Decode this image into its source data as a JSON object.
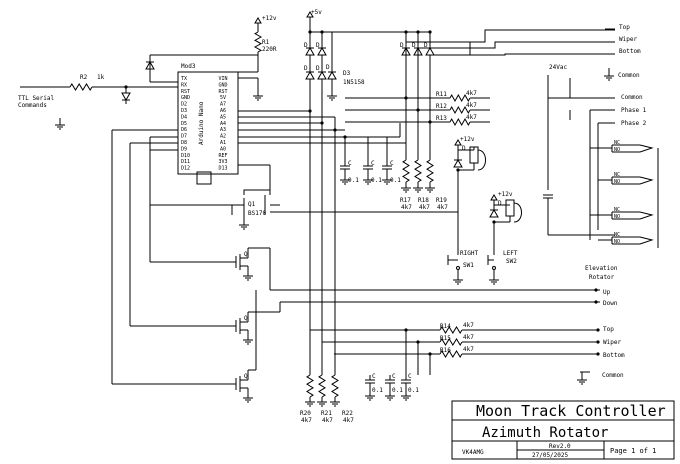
{
  "supplies": {
    "plus12": "+12v",
    "plus5": "+5v",
    "plus12_relay1": "+12v",
    "plus12_relay2": "+12v",
    "ac": "24Vac"
  },
  "serial": {
    "line1": "TTL Serial",
    "line2": "Commands",
    "r2_ref": "R2",
    "r2_val": "1k"
  },
  "r1": {
    "ref": "R1",
    "val": "220R"
  },
  "d3": {
    "ref": "D3",
    "val": "1N5158"
  },
  "diode_letter": "D",
  "arduino": {
    "ref": "Mod3",
    "name": "Arduino Nano",
    "left_pins": [
      "TX",
      "RX",
      "RST",
      "GND",
      "D2",
      "D3",
      "D4",
      "D5",
      "D6",
      "D7",
      "D8",
      "D9",
      "D10",
      "D11",
      "D12"
    ],
    "right_pins": [
      "VIN",
      "GND",
      "RST",
      "5V",
      "A7",
      "A6",
      "A5",
      "A4",
      "A3",
      "A2",
      "A1",
      "A0",
      "REF",
      "3V3",
      "D13"
    ]
  },
  "caps": {
    "label": "C",
    "value": "0.1"
  },
  "upper_resistors": [
    {
      "ref": "R11",
      "val": "4k7"
    },
    {
      "ref": "R12",
      "val": "4k7"
    },
    {
      "ref": "R13",
      "val": "4k7"
    }
  ],
  "upper_pulldowns": [
    {
      "ref": "R17",
      "val": "4k7"
    },
    {
      "ref": "R18",
      "val": "4k7"
    },
    {
      "ref": "R19",
      "val": "4k7"
    }
  ],
  "lower_resistors": [
    {
      "ref": "R14",
      "val": "4k7"
    },
    {
      "ref": "R15",
      "val": "4k7"
    },
    {
      "ref": "R16",
      "val": "4k7"
    }
  ],
  "lower_pulldowns": [
    {
      "ref": "R20",
      "val": "4k7"
    },
    {
      "ref": "R21",
      "val": "4k7"
    },
    {
      "ref": "R22",
      "val": "4k7"
    }
  ],
  "q1": {
    "ref": "Q1",
    "val": "BS170"
  },
  "q_letter": "Q",
  "relay_pin": "D",
  "switches": {
    "right": "RIGHT",
    "left": "LEFT",
    "sw1": "SW1",
    "sw2": "SW2"
  },
  "right_labels": {
    "top": "Top",
    "wiper": "Wiper",
    "bottom": "Bottom",
    "common": "Common",
    "common2": "Common",
    "phase1": "Phase 1",
    "phase2": "Phase 2",
    "elevation": "Elevation",
    "rotator": "Rotator",
    "up": "Up",
    "down": "Down",
    "top2": "Top",
    "wiper2": "Wiper",
    "bottom2": "Bottom",
    "common3": "Common"
  },
  "relay_contacts": {
    "nc": "NC",
    "no": "NO"
  },
  "title_block": {
    "title": "Moon Track Controller",
    "subtitle": "Azimuth Rotator",
    "author": "VK4AMG",
    "rev": "Rev2.0",
    "date": "27/05/2025",
    "page": "Page 1 of 1"
  }
}
